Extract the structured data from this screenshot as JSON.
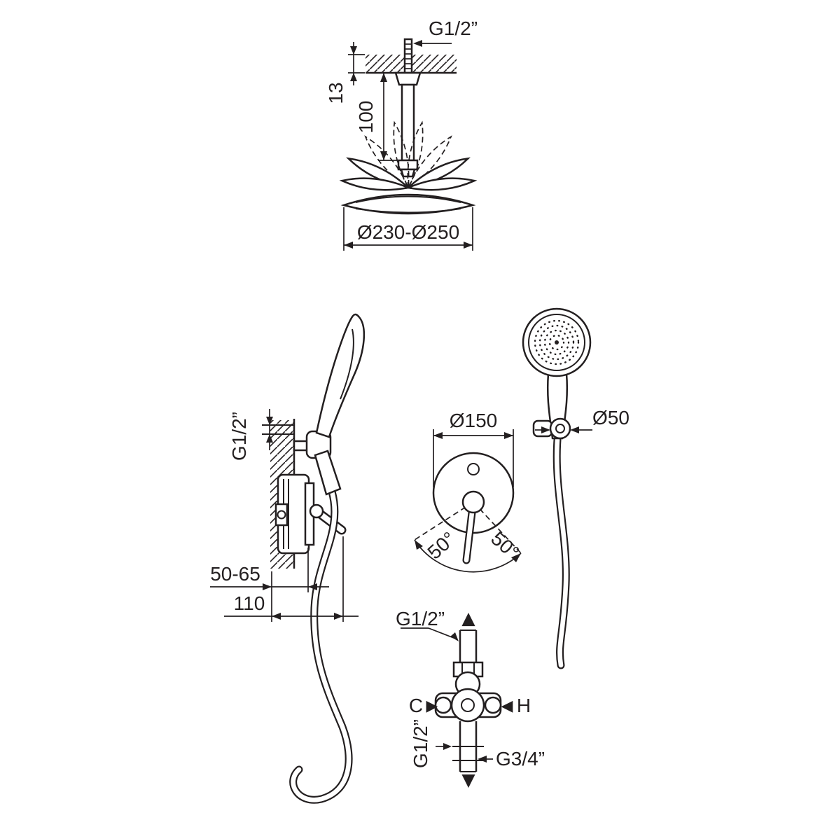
{
  "colors": {
    "line": "#231f20",
    "paper": "#ffffff"
  },
  "ceiling_shower": {
    "thread": "G1/2”",
    "ceiling_thickness": "13",
    "arm_length": "100",
    "head_diameter": "Ø230-Ø250"
  },
  "wall_unit": {
    "thread": "G1/2”",
    "depth_range": "50-65",
    "depth_total": "110"
  },
  "trim_face": {
    "diameter": "Ø150",
    "swing_left": "50°",
    "swing_right": "50°"
  },
  "hand_shower": {
    "holder_diameter": "Ø50"
  },
  "valve": {
    "top_thread": "G1/2”",
    "up_arrow": "▲",
    "cold": "C",
    "flow_right": "▶",
    "flow_left": "◀",
    "hot": "H",
    "bottom_thread": "G1/2”",
    "outlet_thread": "G3/4”",
    "down_arrow": "▼"
  }
}
